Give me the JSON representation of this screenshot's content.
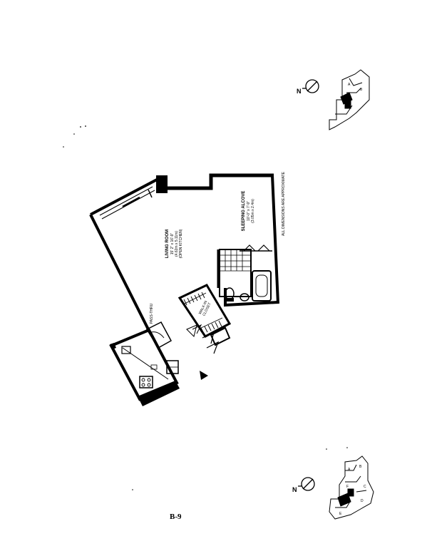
{
  "plan": {
    "living_room": {
      "name": "LIVING ROOM",
      "dims_imperial": "15' 2\" x 16'-9\"",
      "dims_metric": "(4.62m x 5.11m)",
      "dims_extra": "(OPEN KITCHEN)"
    },
    "sleeping_alcove": {
      "name": "SLEEPING ALCOVE",
      "dims_imperial": "10'-0\" x 7'-9\"",
      "dims_metric": "(3.05m x 2.4m)"
    },
    "walk_in_closet": {
      "line1": "WALK-IN",
      "line2": "CLOSET"
    },
    "pass_thru": "PASS-THRU",
    "note": "ALL DIMENSIONS ARE APPROXIMATE"
  },
  "key_plan_top": {
    "north_letter": "N",
    "unit_letters": [
      "A",
      "B"
    ]
  },
  "key_plan_bottom": {
    "north_letter": "N",
    "unit_letters": [
      "A",
      "B",
      "C",
      "D",
      "E",
      "F"
    ]
  },
  "page_number": "B-9"
}
